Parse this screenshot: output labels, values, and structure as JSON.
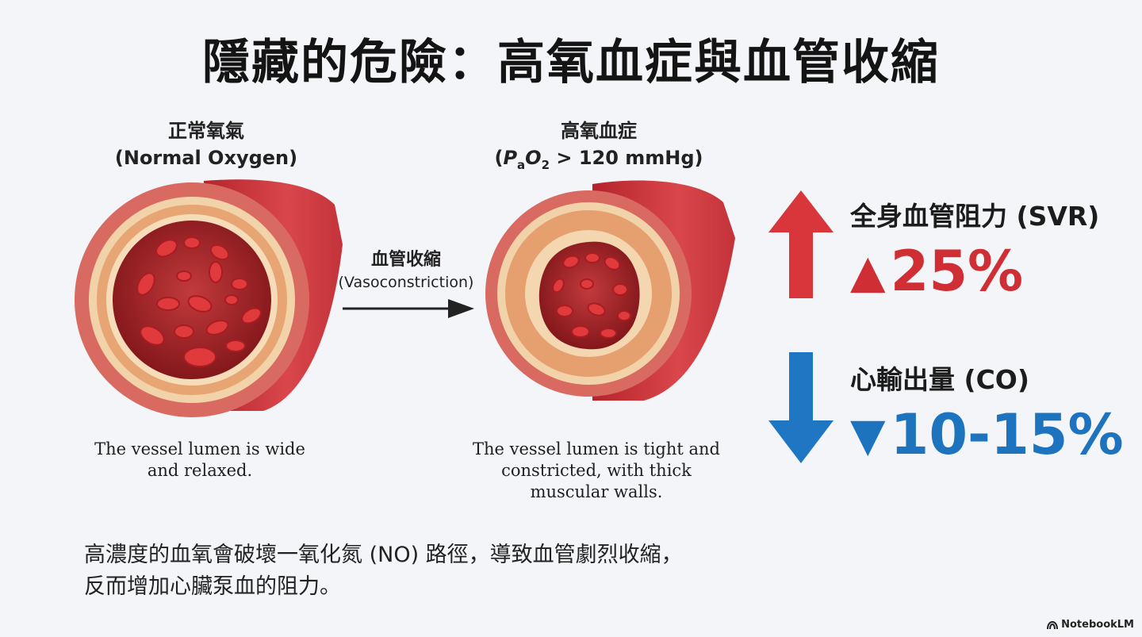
{
  "title": "隱藏的危險：高氧血症與血管收縮",
  "normal": {
    "label_zh": "正常氧氣",
    "label_en": "(Normal Oxygen)",
    "caption_line1": "The vessel lumen is wide",
    "caption_line2": "and relaxed."
  },
  "hyperoxia": {
    "label_zh": "高氧血症",
    "label_open": "(",
    "label_p": "P",
    "label_a": "a",
    "label_o": "O",
    "label_2": "2",
    "label_rest": " > 120 mmHg)",
    "caption_line1": "The vessel lumen is tight and",
    "caption_line2": "constricted, with thick",
    "caption_line3": "muscular walls."
  },
  "arrow": {
    "label_zh": "血管收縮",
    "label_en": "(Vasoconstriction)"
  },
  "svr": {
    "label": "全身血管阻力 (SVR)",
    "symbol": "▲",
    "value": "25%",
    "color": "#cf2f34"
  },
  "co": {
    "label": "心輸出量 (CO)",
    "symbol": "▼",
    "value": "10-15%",
    "color": "#1e73bf"
  },
  "footer": {
    "line1": "高濃度的血氧會破壞一氧化氮 (NO) 路徑，導致血管劇烈收縮，",
    "line2": "反而增加心臟泵血的阻力。"
  },
  "brand": "NotebookLM"
}
